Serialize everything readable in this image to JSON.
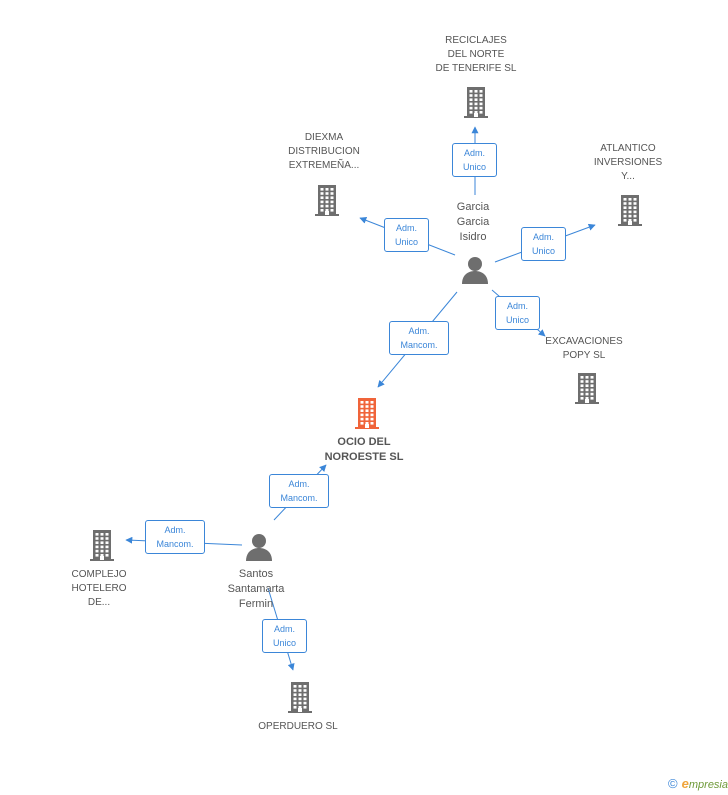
{
  "colors": {
    "edge": "#3b86d8",
    "company": "#6e6e6e",
    "company_main": "#f0643a",
    "person": "#6e6e6e",
    "text": "#555555"
  },
  "nodes": {
    "reciclajes": {
      "label": "RECICLAJES\nDEL NORTE\nDE TENERIFE SL",
      "icon": "building-icon"
    },
    "diexma": {
      "label": "DIEXMA\nDISTRIBUCION\nEXTREMEÑA...",
      "icon": "building-icon"
    },
    "atlantico": {
      "label": "ATLANTICO\nINVERSIONES\nY...",
      "icon": "building-icon"
    },
    "excavaciones": {
      "label": "EXCAVACIONES\nPOPY SL",
      "icon": "building-icon"
    },
    "ocio": {
      "label": "OCIO DEL\nNOROESTE SL",
      "icon": "building-icon"
    },
    "complejo": {
      "label": "COMPLEJO\nHOTELERO\nDE...",
      "icon": "building-icon"
    },
    "operduero": {
      "label": "OPERDUERO SL",
      "icon": "building-icon"
    },
    "garcia": {
      "label": "Garcia\nGarcia\nIsidro",
      "icon": "person-icon"
    },
    "santos": {
      "label": "Santos\nSantamarta\nFermin",
      "icon": "person-icon"
    }
  },
  "edges": {
    "garcia_reciclajes": "Adm.\nUnico",
    "garcia_diexma": "Adm.\nUnico",
    "garcia_atlantico": "Adm.\nUnico",
    "garcia_excavaciones": "Adm.\nUnico",
    "garcia_ocio": "Adm.\nMancom.",
    "santos_ocio": "Adm.\nMancom.",
    "santos_complejo": "Adm.\nMancom.",
    "santos_operduero": "Adm.\nUnico"
  },
  "footer": {
    "copyright": "©",
    "brand_initial": "e",
    "brand_rest": "mpresia"
  }
}
